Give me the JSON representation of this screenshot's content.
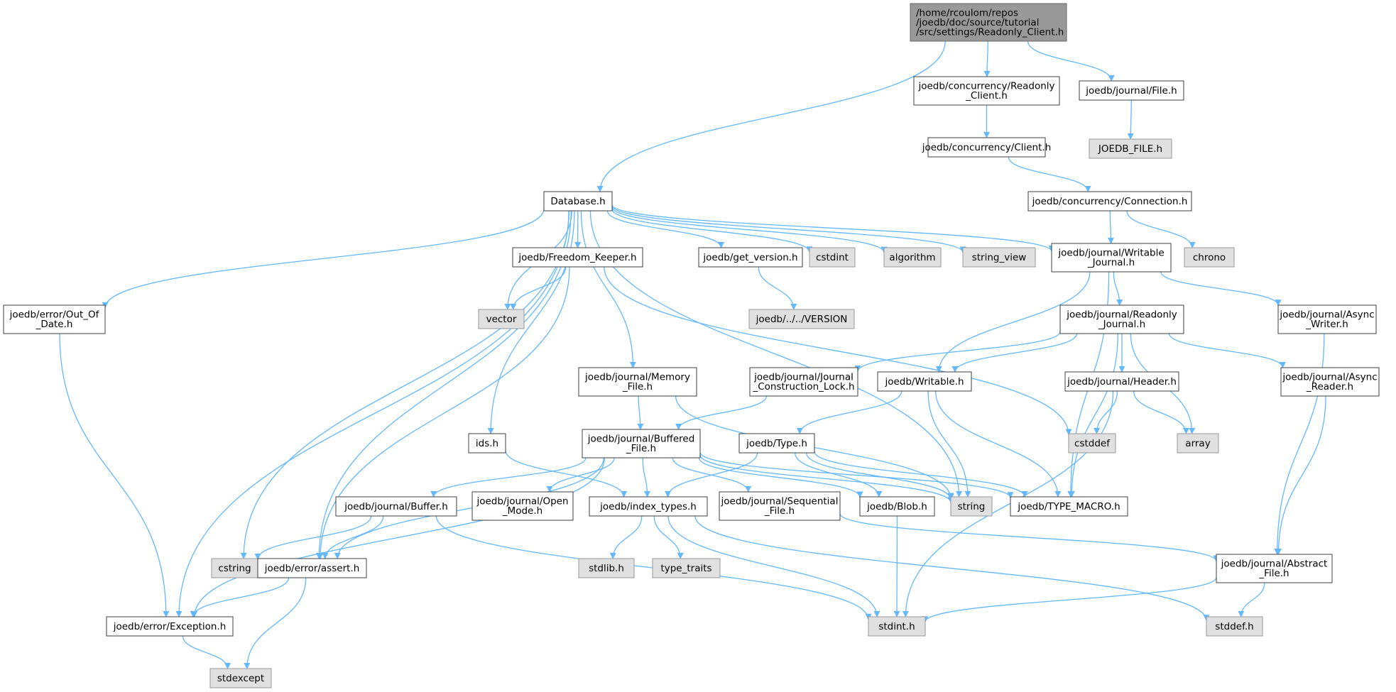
{
  "colors": {
    "edge": "#63b8ff",
    "node_stroke": "#3f3f3f",
    "node_fill": "#ffffff",
    "root_fill": "#999999",
    "root_stroke": "#666666",
    "system_fill": "#e0e0e0",
    "system_stroke": "#999999"
  },
  "nodes": {
    "root": {
      "lines": [
        "/home/rcoulom/repos",
        "/joedb/doc/source/tutorial",
        "/src/settings/Readonly_Client.h"
      ],
      "kind": "root"
    },
    "conc_readonly": {
      "lines": [
        "joedb/concurrency/Readonly",
        "_Client.h"
      ],
      "kind": "file"
    },
    "journal_file": {
      "lines": [
        "joedb/journal/File.h"
      ],
      "kind": "file"
    },
    "joedb_file_h": {
      "lines": [
        "JOEDB_FILE.h"
      ],
      "kind": "system"
    },
    "conc_client": {
      "lines": [
        "joedb/concurrency/Client.h"
      ],
      "kind": "file"
    },
    "conc_connection": {
      "lines": [
        "joedb/concurrency/Connection.h"
      ],
      "kind": "file"
    },
    "database": {
      "lines": [
        "Database.h"
      ],
      "kind": "file"
    },
    "chrono": {
      "lines": [
        "chrono"
      ],
      "kind": "system"
    },
    "freedom_keeper": {
      "lines": [
        "joedb/Freedom_Keeper.h"
      ],
      "kind": "file"
    },
    "get_version": {
      "lines": [
        "joedb/get_version.h"
      ],
      "kind": "file"
    },
    "cstdint": {
      "lines": [
        "cstdint"
      ],
      "kind": "system"
    },
    "algorithm": {
      "lines": [
        "algorithm"
      ],
      "kind": "system"
    },
    "string_view": {
      "lines": [
        "string_view"
      ],
      "kind": "system"
    },
    "writable_journal": {
      "lines": [
        "joedb/journal/Writable",
        "_Journal.h"
      ],
      "kind": "file"
    },
    "out_of_date": {
      "lines": [
        "joedb/error/Out_Of",
        "_Date.h"
      ],
      "kind": "file"
    },
    "vector": {
      "lines": [
        "vector"
      ],
      "kind": "system"
    },
    "version": {
      "lines": [
        "joedb/../../VERSION"
      ],
      "kind": "system"
    },
    "readonly_journal": {
      "lines": [
        "joedb/journal/Readonly",
        "_Journal.h"
      ],
      "kind": "file"
    },
    "async_writer": {
      "lines": [
        "joedb/journal/Async",
        "_Writer.h"
      ],
      "kind": "file"
    },
    "memory_file": {
      "lines": [
        "joedb/journal/Memory",
        "_File.h"
      ],
      "kind": "file"
    },
    "construction_lock": {
      "lines": [
        "joedb/journal/Journal",
        "_Construction_Lock.h"
      ],
      "kind": "file"
    },
    "writable_h": {
      "lines": [
        "joedb/Writable.h"
      ],
      "kind": "file"
    },
    "header_h": {
      "lines": [
        "joedb/journal/Header.h"
      ],
      "kind": "file"
    },
    "async_reader": {
      "lines": [
        "joedb/journal/Async",
        "_Reader.h"
      ],
      "kind": "file"
    },
    "ids_h": {
      "lines": [
        "ids.h"
      ],
      "kind": "file"
    },
    "buffered_file": {
      "lines": [
        "joedb/journal/Buffered",
        "_File.h"
      ],
      "kind": "file"
    },
    "type_h": {
      "lines": [
        "joedb/Type.h"
      ],
      "kind": "file"
    },
    "cstddef": {
      "lines": [
        "cstddef"
      ],
      "kind": "system"
    },
    "array": {
      "lines": [
        "array"
      ],
      "kind": "system"
    },
    "buffer_h": {
      "lines": [
        "joedb/journal/Buffer.h"
      ],
      "kind": "file"
    },
    "open_mode": {
      "lines": [
        "joedb/journal/Open",
        "_Mode.h"
      ],
      "kind": "file"
    },
    "index_types": {
      "lines": [
        "joedb/index_types.h"
      ],
      "kind": "file"
    },
    "sequential_file": {
      "lines": [
        "joedb/journal/Sequential",
        "_File.h"
      ],
      "kind": "file"
    },
    "blob_h": {
      "lines": [
        "joedb/Blob.h"
      ],
      "kind": "file"
    },
    "string": {
      "lines": [
        "string"
      ],
      "kind": "system"
    },
    "type_macro": {
      "lines": [
        "joedb/TYPE_MACRO.h"
      ],
      "kind": "file"
    },
    "cstring": {
      "lines": [
        "cstring"
      ],
      "kind": "system"
    },
    "assert_h": {
      "lines": [
        "joedb/error/assert.h"
      ],
      "kind": "file"
    },
    "stdlib": {
      "lines": [
        "stdlib.h"
      ],
      "kind": "system"
    },
    "type_traits": {
      "lines": [
        "type_traits"
      ],
      "kind": "system"
    },
    "abstract_file": {
      "lines": [
        "joedb/journal/Abstract",
        "_File.h"
      ],
      "kind": "file"
    },
    "exception_h": {
      "lines": [
        "joedb/error/Exception.h"
      ],
      "kind": "file"
    },
    "stdint_h": {
      "lines": [
        "stdint.h"
      ],
      "kind": "system"
    },
    "stddef_h": {
      "lines": [
        "stddef.h"
      ],
      "kind": "system"
    },
    "stdexcept": {
      "lines": [
        "stdexcept"
      ],
      "kind": "system"
    }
  },
  "edges": [
    [
      "root",
      "database"
    ],
    [
      "root",
      "conc_readonly"
    ],
    [
      "root",
      "journal_file"
    ],
    [
      "journal_file",
      "joedb_file_h"
    ],
    [
      "conc_readonly",
      "conc_client"
    ],
    [
      "conc_client",
      "conc_connection"
    ],
    [
      "conc_connection",
      "writable_journal"
    ],
    [
      "conc_connection",
      "chrono"
    ],
    [
      "database",
      "out_of_date"
    ],
    [
      "database",
      "exception_h"
    ],
    [
      "database",
      "cstring"
    ],
    [
      "database",
      "assert_h"
    ],
    [
      "database",
      "ids_h"
    ],
    [
      "database",
      "memory_file"
    ],
    [
      "database",
      "vector"
    ],
    [
      "database",
      "freedom_keeper"
    ],
    [
      "database",
      "string"
    ],
    [
      "database",
      "get_version"
    ],
    [
      "database",
      "cstdint"
    ],
    [
      "database",
      "algorithm"
    ],
    [
      "database",
      "string_view"
    ],
    [
      "database",
      "writable_journal"
    ],
    [
      "freedom_keeper",
      "vector"
    ],
    [
      "freedom_keeper",
      "assert_h"
    ],
    [
      "freedom_keeper",
      "cstddef"
    ],
    [
      "get_version",
      "version"
    ],
    [
      "writable_journal",
      "readonly_journal"
    ],
    [
      "writable_journal",
      "async_writer"
    ],
    [
      "writable_journal",
      "writable_h"
    ],
    [
      "writable_journal",
      "type_macro"
    ],
    [
      "readonly_journal",
      "construction_lock"
    ],
    [
      "readonly_journal",
      "writable_h"
    ],
    [
      "readonly_journal",
      "header_h"
    ],
    [
      "readonly_journal",
      "async_reader"
    ],
    [
      "readonly_journal",
      "array"
    ],
    [
      "readonly_journal",
      "type_macro"
    ],
    [
      "async_writer",
      "abstract_file"
    ],
    [
      "out_of_date",
      "exception_h"
    ],
    [
      "memory_file",
      "buffered_file"
    ],
    [
      "memory_file",
      "string"
    ],
    [
      "construction_lock",
      "buffered_file"
    ],
    [
      "writable_h",
      "type_h"
    ],
    [
      "writable_h",
      "string"
    ],
    [
      "writable_h",
      "type_macro"
    ],
    [
      "header_h",
      "cstddef"
    ],
    [
      "header_h",
      "array"
    ],
    [
      "header_h",
      "stdint_h"
    ],
    [
      "async_reader",
      "abstract_file"
    ],
    [
      "ids_h",
      "index_types"
    ],
    [
      "buffered_file",
      "buffer_h"
    ],
    [
      "buffered_file",
      "open_mode"
    ],
    [
      "buffered_file",
      "index_types"
    ],
    [
      "buffered_file",
      "sequential_file"
    ],
    [
      "buffered_file",
      "blob_h"
    ],
    [
      "buffered_file",
      "string"
    ],
    [
      "buffered_file",
      "assert_h"
    ],
    [
      "buffered_file",
      "exception_h"
    ],
    [
      "buffered_file",
      "type_macro"
    ],
    [
      "type_h",
      "index_types"
    ],
    [
      "type_h",
      "blob_h"
    ],
    [
      "type_h",
      "string"
    ],
    [
      "type_h",
      "type_macro"
    ],
    [
      "buffer_h",
      "cstring"
    ],
    [
      "buffer_h",
      "assert_h"
    ],
    [
      "buffer_h",
      "stdint_h"
    ],
    [
      "index_types",
      "stdlib"
    ],
    [
      "index_types",
      "type_traits"
    ],
    [
      "index_types",
      "stdint_h"
    ],
    [
      "index_types",
      "stddef_h"
    ],
    [
      "sequential_file",
      "abstract_file"
    ],
    [
      "blob_h",
      "stdint_h"
    ],
    [
      "assert_h",
      "exception_h"
    ],
    [
      "assert_h",
      "stdexcept"
    ],
    [
      "abstract_file",
      "stdint_h"
    ],
    [
      "abstract_file",
      "stddef_h"
    ],
    [
      "exception_h",
      "stdexcept"
    ]
  ]
}
